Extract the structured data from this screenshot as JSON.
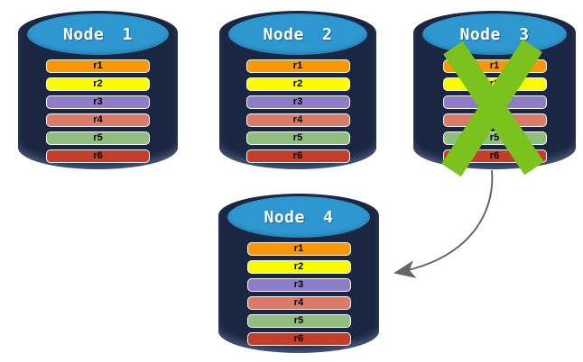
{
  "colors": {
    "cylinder_body": "#1b2742",
    "cylinder_top": "#2f97cf",
    "failure_x": "#7cc21f",
    "arrow": "#666666"
  },
  "nodes": [
    {
      "title": "Node 1",
      "failed": false,
      "rows": [
        {
          "label": "r1",
          "color": "#F79709"
        },
        {
          "label": "r2",
          "color": "#FCFC00"
        },
        {
          "label": "r3",
          "color": "#8C7DC6"
        },
        {
          "label": "r4",
          "color": "#D97B68"
        },
        {
          "label": "r5",
          "color": "#8FBE7F"
        },
        {
          "label": "r6",
          "color": "#C33D2B"
        }
      ]
    },
    {
      "title": "Node 2",
      "failed": false,
      "rows": [
        {
          "label": "r1",
          "color": "#F79709"
        },
        {
          "label": "r2",
          "color": "#FCFC00"
        },
        {
          "label": "r3",
          "color": "#8C7DC6"
        },
        {
          "label": "r4",
          "color": "#D97B68"
        },
        {
          "label": "r5",
          "color": "#8FBE7F"
        },
        {
          "label": "r6",
          "color": "#C33D2B"
        }
      ]
    },
    {
      "title": "Node 3",
      "failed": true,
      "rows": [
        {
          "label": "r1",
          "color": "#F79709"
        },
        {
          "label": "r2",
          "color": "#FCFC00"
        },
        {
          "label": "r3",
          "color": "#8C7DC6"
        },
        {
          "label": "r4",
          "color": "#D97B68"
        },
        {
          "label": "r5",
          "color": "#8FBE7F"
        },
        {
          "label": "r6",
          "color": "#C33D2B"
        }
      ]
    },
    {
      "title": "Node 4",
      "failed": false,
      "rows": [
        {
          "label": "r1",
          "color": "#F79709"
        },
        {
          "label": "r2",
          "color": "#FCFC00"
        },
        {
          "label": "r3",
          "color": "#8C7DC6"
        },
        {
          "label": "r4",
          "color": "#D97B68"
        },
        {
          "label": "r5",
          "color": "#8FBE7F"
        },
        {
          "label": "r6",
          "color": "#C33D2B"
        }
      ]
    }
  ],
  "arrow": {
    "from": "Node 3",
    "to": "Node 4"
  }
}
